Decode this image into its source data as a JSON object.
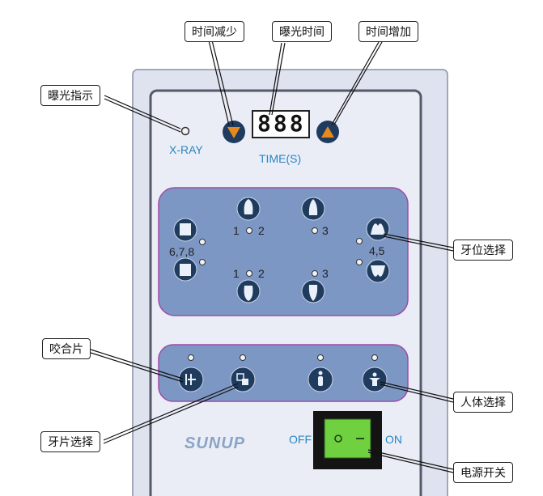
{
  "callouts": {
    "time_decrease": "时间减少",
    "exposure_time": "曝光时间",
    "time_increase": "时间增加",
    "exposure_indicator": "曝光指示",
    "tooth_select": "牙位选择",
    "bite": "咬合片",
    "person_select": "人体选择",
    "film_select": "牙片选择",
    "power_switch": "电源开关"
  },
  "display": {
    "digits": "888",
    "time_label": "TIME(S)",
    "xray_label": "X-RAY"
  },
  "tooth_panel": {
    "label_678": "6,7,8",
    "label_12_top": "1",
    "label_2_top": "2",
    "label_3_top": "3",
    "label_12_bot": "1",
    "label_2_bot": "2",
    "label_3_bot": "3",
    "label_45": "4,5"
  },
  "power": {
    "off": "OFF",
    "on": "ON"
  },
  "brand": "SUNUP",
  "colors": {
    "panel_blue": "#7d97c4",
    "accent_orange": "#e8891e",
    "button_navy": "#1f3b5e",
    "switch_green": "#6fd040"
  }
}
